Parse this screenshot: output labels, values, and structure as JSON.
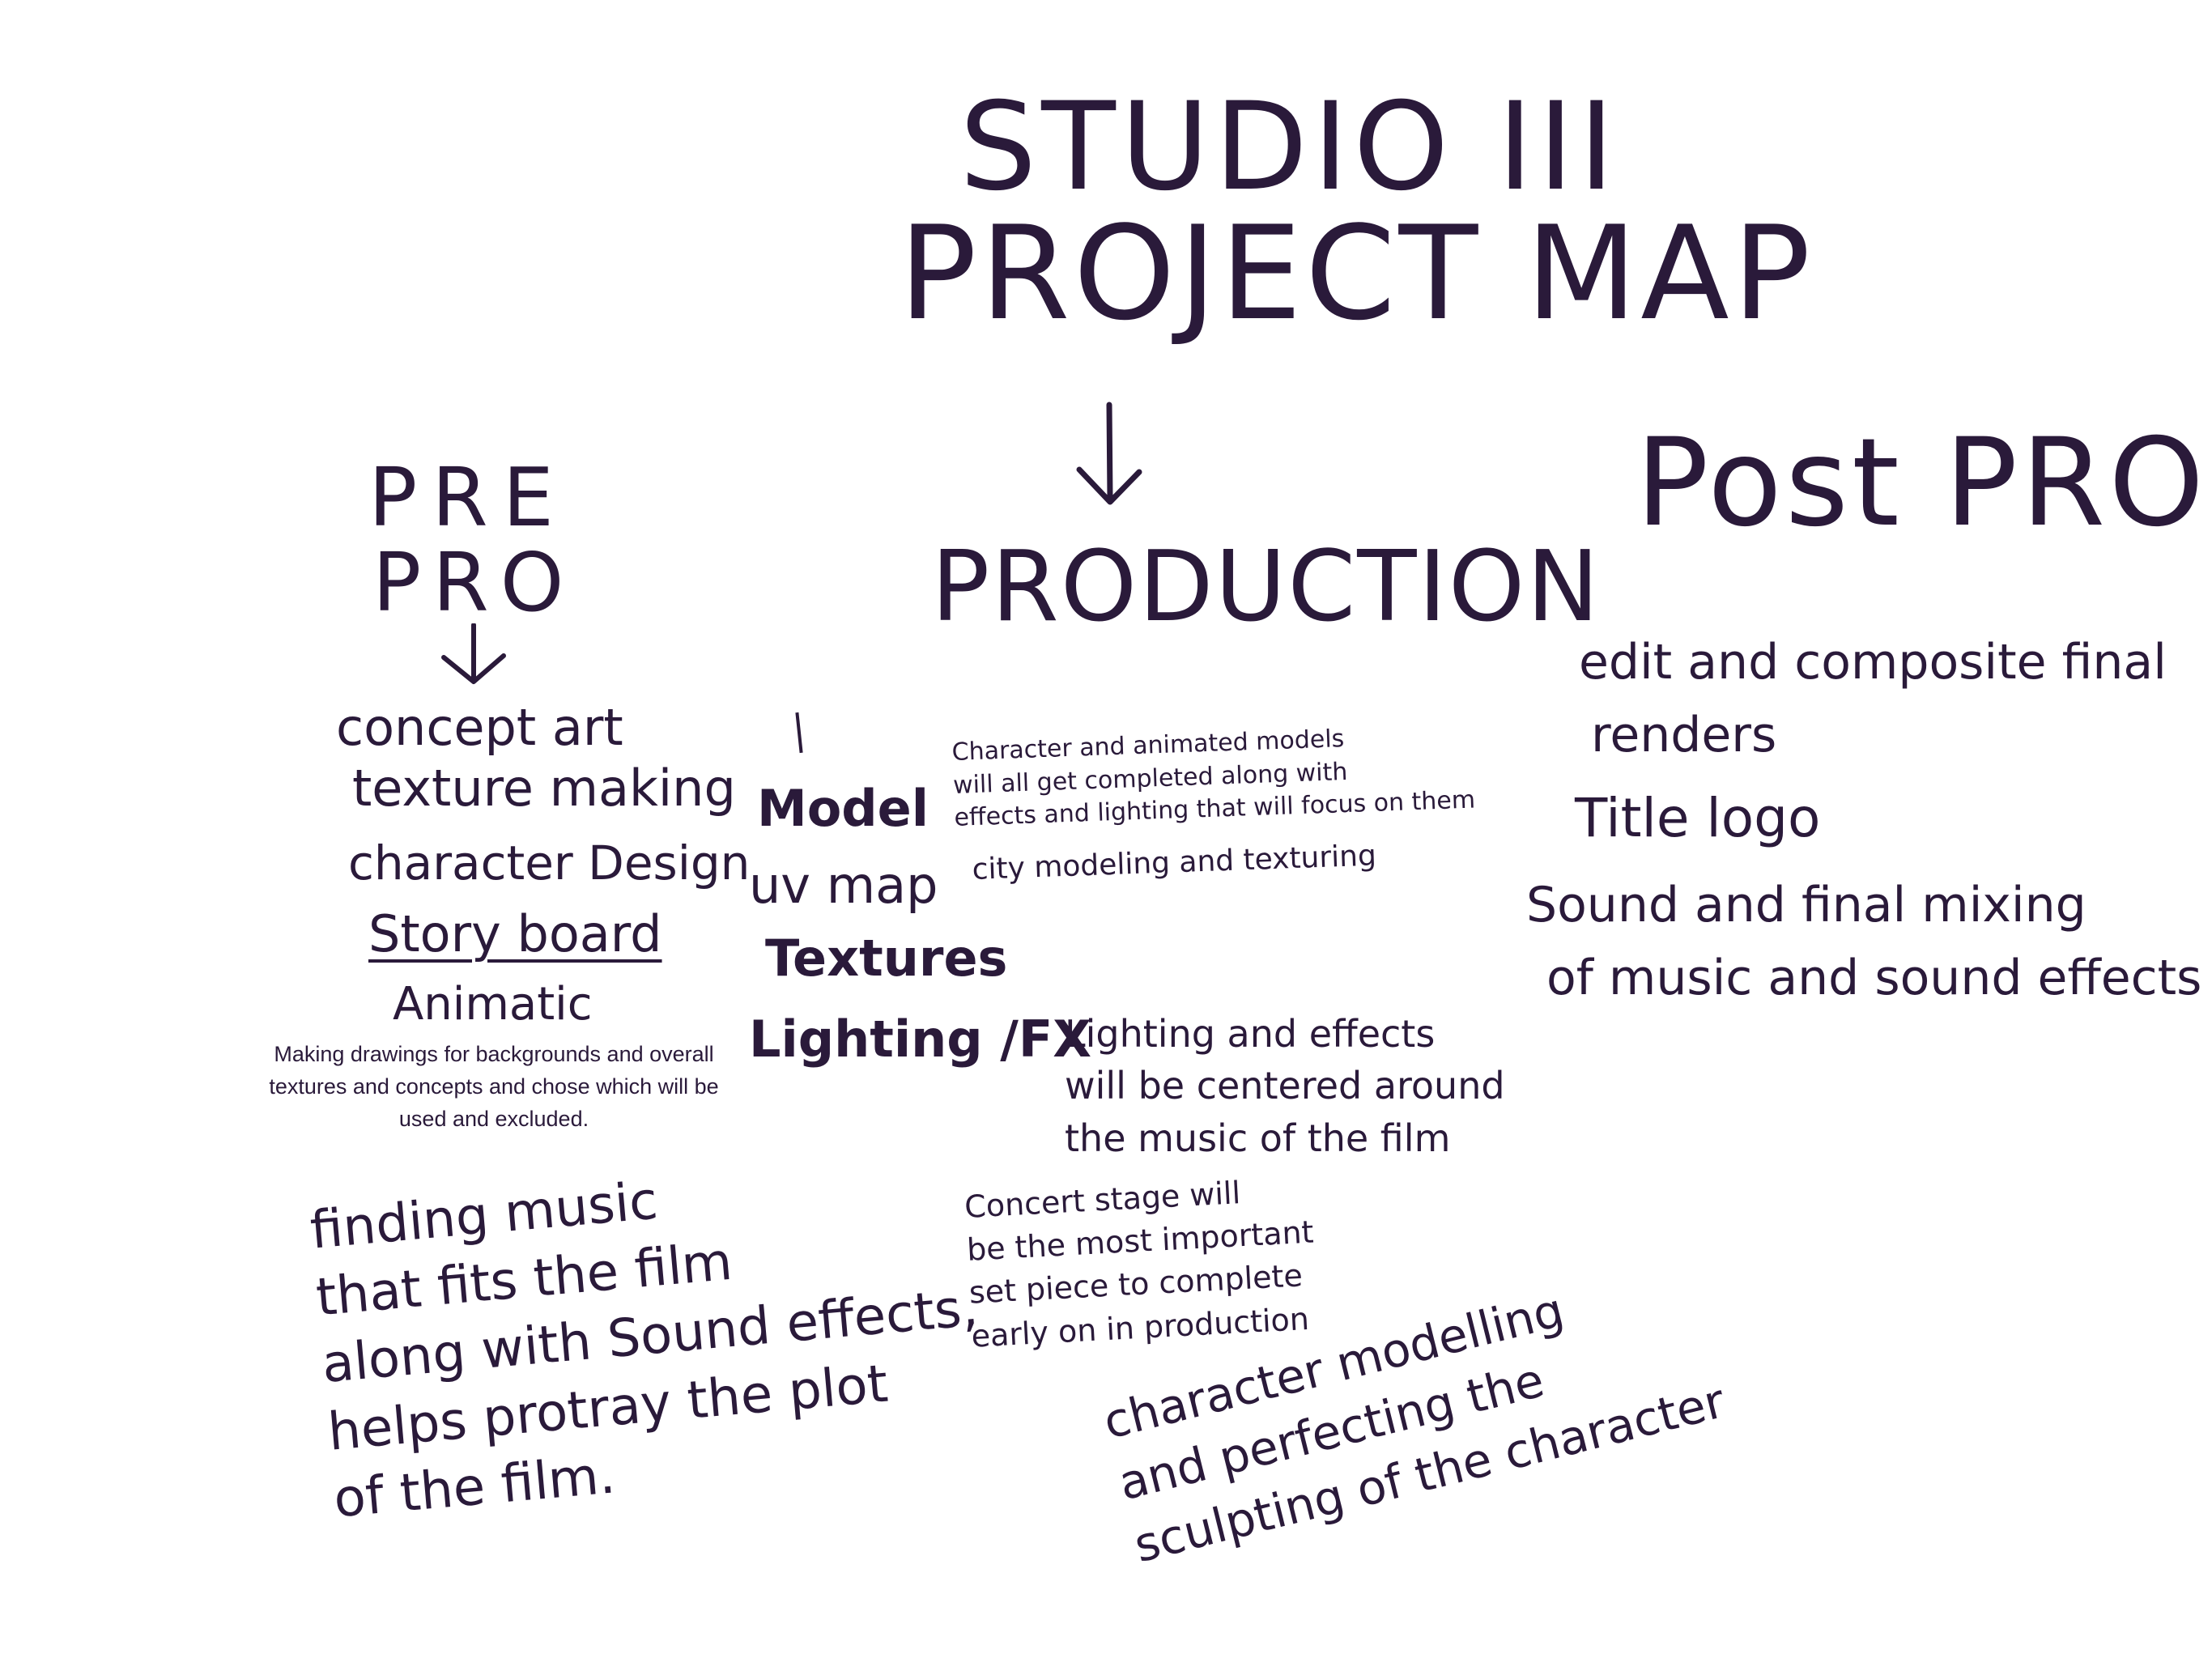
{
  "title": {
    "line1": "STUDIO III",
    "line2": "PROJECT MAP"
  },
  "prepro": {
    "heading_line1": "PRE",
    "heading_line2": "PRO",
    "items": [
      "concept art",
      "texture making",
      "character Design",
      "Story board",
      "Animatic"
    ],
    "note": "Making drawings for backgrounds and overall textures and concepts and chose which will be used and excluded.",
    "music_note": "finding music\nthat fits the film\nalong with Sound effects,\nhelps protray the plot\nof the film."
  },
  "production": {
    "heading": "PRODUCTION",
    "steps": [
      "Model",
      "uv map",
      "Textures",
      "Lighting /FX"
    ],
    "note_models": "Character and animated models\nwill all get completed along with\neffects and lighting that will focus on them",
    "note_city": "city modeling and texturing",
    "note_lighting": "Lighting and effects\nwill be centered around\nthe music of the film",
    "note_stage": "Concert stage will\nbe the most important\nset piece to complete\nearly on in production",
    "note_character": "character modelling\nand perfecting the\nsculpting of the character"
  },
  "postpro": {
    "heading": "Post PRO",
    "items": [
      "edit and composite final",
      "renders",
      "Title logo",
      "Sound and final mixing",
      "of music and sound effects"
    ]
  },
  "colors": {
    "ink": "#2a1a3a",
    "background": "#ffffff"
  }
}
